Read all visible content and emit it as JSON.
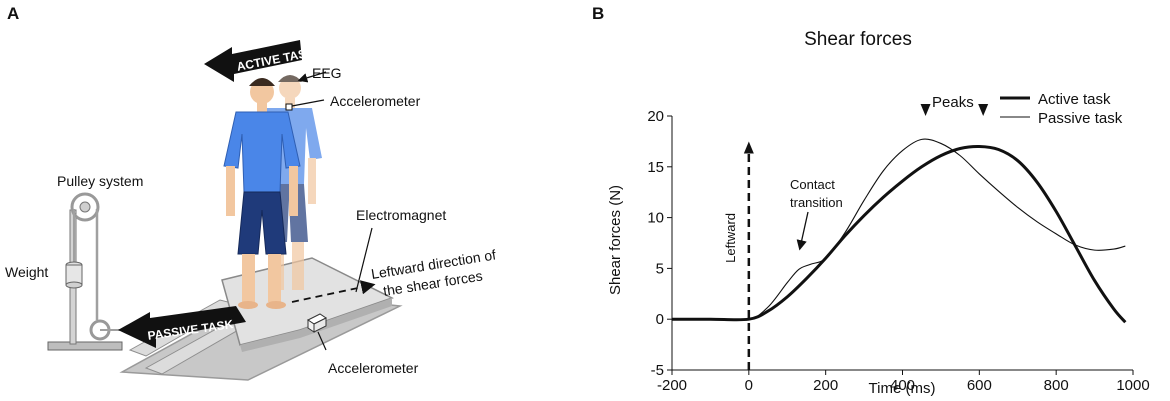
{
  "panel_a": {
    "letter": "A",
    "labels": {
      "active_task": "ACTIVE TASK",
      "passive_task": "PASSIVE TASK",
      "eeg": "EEG",
      "accelerometer_head": "Accelerometer",
      "pulley_system": "Pulley system",
      "weight": "Weight",
      "electromagnet": "Electromagnet",
      "direction_line1": "Leftward direction of",
      "direction_line2": "the shear forces",
      "accelerometer_platform": "Accelerometer"
    },
    "colors": {
      "shirt": "#4a86e8",
      "shorts": "#1f3a7a",
      "skin": "#f2c7a0",
      "platform": "#cfcfcf",
      "arrow": "#111111"
    }
  },
  "panel_b": {
    "letter": "B",
    "annotations": {
      "peaks": "Peaks",
      "contact_line1": "Contact",
      "contact_line2": "transition",
      "leftward": "Leftward"
    }
  },
  "chart_data": {
    "type": "line",
    "title": "Shear forces",
    "xlabel": "Time (ms)",
    "ylabel": "Shear forces (N)",
    "xlim": [
      -200,
      1000
    ],
    "ylim": [
      -5,
      20
    ],
    "xticks": [
      -200,
      0,
      200,
      400,
      600,
      800,
      1000
    ],
    "yticks": [
      -5,
      0,
      5,
      10,
      15,
      20
    ],
    "grid": false,
    "legend_position": "top-right",
    "series": [
      {
        "name": "Active task",
        "style": "thick",
        "x": [
          -200,
          -100,
          0,
          50,
          100,
          150,
          200,
          250,
          300,
          350,
          400,
          450,
          500,
          550,
          600,
          650,
          700,
          750,
          800,
          850,
          900,
          950,
          980
        ],
        "y": [
          0,
          0,
          0,
          0.8,
          2.2,
          4.0,
          6.0,
          8.2,
          10.2,
          12.0,
          13.6,
          15.0,
          16.1,
          16.8,
          17.0,
          16.7,
          15.6,
          13.5,
          10.6,
          7.2,
          3.8,
          1.0,
          -0.3
        ]
      },
      {
        "name": "Passive task",
        "style": "thin",
        "x": [
          -200,
          -100,
          0,
          50,
          100,
          130,
          160,
          200,
          250,
          300,
          350,
          400,
          450,
          500,
          550,
          600,
          650,
          700,
          750,
          800,
          850,
          900,
          950,
          980
        ],
        "y": [
          0,
          0,
          0,
          1.2,
          3.6,
          4.9,
          5.4,
          6.0,
          8.5,
          11.7,
          14.6,
          16.6,
          17.7,
          17.3,
          16.1,
          14.3,
          12.6,
          11.0,
          9.6,
          8.4,
          7.3,
          6.8,
          6.9,
          7.2
        ]
      }
    ],
    "markers": {
      "peak_x": [
        460,
        610
      ],
      "stimulus_x": 0
    }
  }
}
